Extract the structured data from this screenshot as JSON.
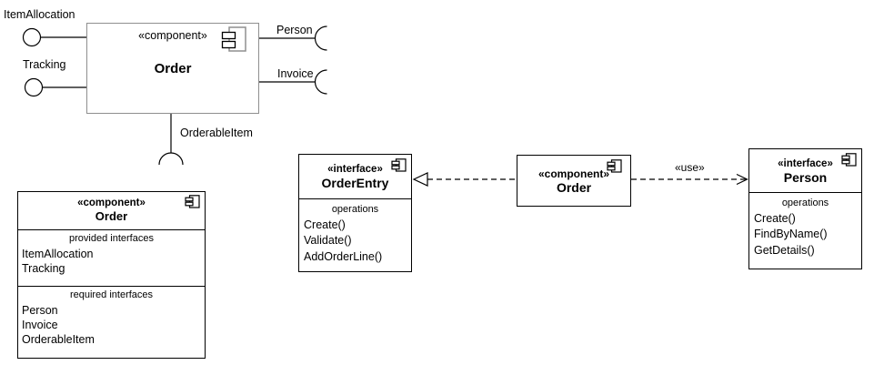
{
  "diagram": {
    "use_label": "«use»",
    "ports": {
      "item_allocation": "ItemAllocation",
      "tracking": "Tracking",
      "person": "Person",
      "invoice": "Invoice",
      "orderable_item": "OrderableItem"
    },
    "order_component": {
      "stereotype": "«component»",
      "name": "Order"
    },
    "order_detail": {
      "stereotype": "«component»",
      "name": "Order",
      "provided_header": "provided interfaces",
      "provided": [
        "ItemAllocation",
        "Tracking"
      ],
      "required_header": "required interfaces",
      "required": [
        "Person",
        "Invoice",
        "OrderableItem"
      ]
    },
    "order_entry": {
      "stereotype": "«interface»",
      "name": "OrderEntry",
      "section_header": "operations",
      "operations": [
        "Create()",
        "Validate()",
        "AddOrderLine()"
      ]
    },
    "order_use": {
      "stereotype": "«component»",
      "name": "Order"
    },
    "person_interface": {
      "stereotype": "«interface»",
      "name": "Person",
      "section_header": "operations",
      "operations": [
        "Create()",
        "FindByName()",
        "GetDetails()"
      ]
    },
    "colors": {
      "line": "#000000",
      "muted_border": "#8f8f8f",
      "background": "#ffffff"
    }
  }
}
